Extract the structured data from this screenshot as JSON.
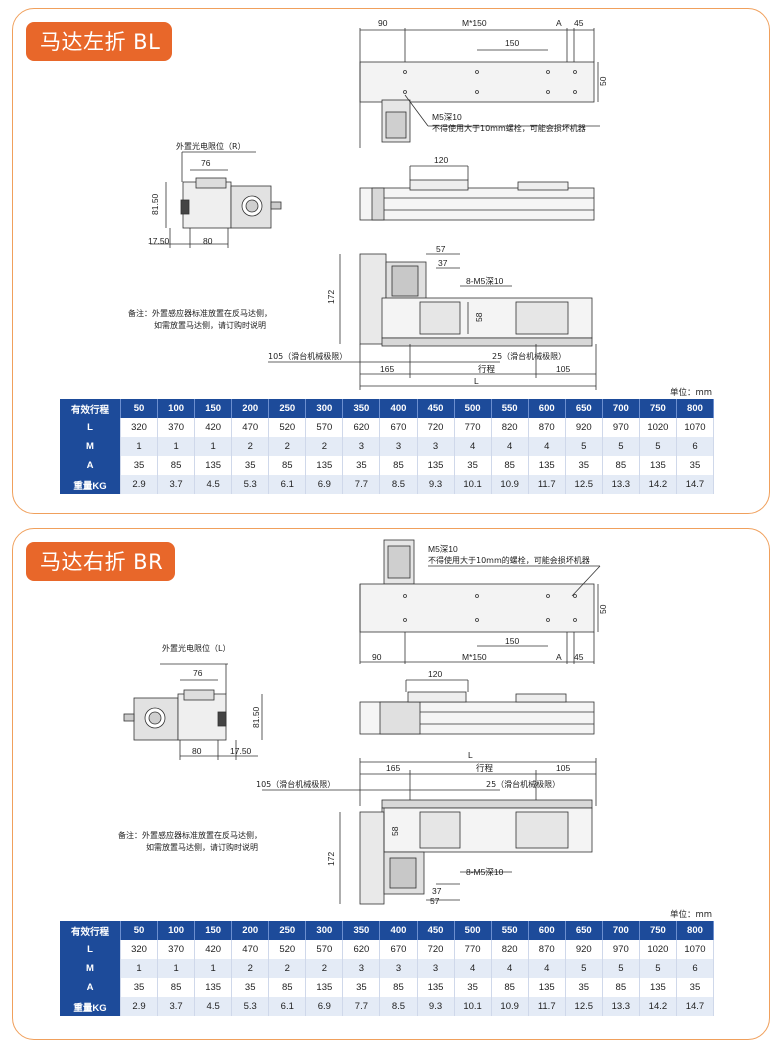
{
  "sections": [
    {
      "title": "马达左折 BL",
      "sensor_label": "外置光电限位（R）",
      "dims": {
        "d90": "90",
        "m150": "M*150",
        "a": "A",
        "d45": "45",
        "d150": "150",
        "d50": "50",
        "m5": "M5深10",
        "m5_note": "不得使用大于10mm螺栓，可能会损坏机器",
        "d76": "76",
        "d81_50": "81.50",
        "d17_50": "17.50",
        "d80": "80",
        "d120": "120",
        "d57": "57",
        "d37": "37",
        "m5x8": "8-M5深10",
        "d58": "58",
        "d172": "172",
        "d105_limit": "105（滑台机械极限）",
        "d25_limit": "25（滑台机械极限）",
        "d165": "165",
        "stroke": "行程",
        "d105": "105",
        "l": "L"
      },
      "note_line1": "备注：外置感应器标准放置在反马达侧，",
      "note_line2": "如需放置马达侧，请订购时说明",
      "unit": "单位：mm"
    },
    {
      "title": "马达右折 BR",
      "sensor_label": "外置光电限位（L）",
      "dims": {
        "d90": "90",
        "m150": "M*150",
        "a": "A",
        "d45": "45",
        "d150": "150",
        "d50": "50",
        "m5": "M5深10",
        "m5_note": "不得使用大于10mm的螺栓，可能会损坏机器",
        "d76": "76",
        "d81_50": "81.50",
        "d17_50": "17.50",
        "d80": "80",
        "d120": "120",
        "d57": "57",
        "d37": "37",
        "m5x8": "8-M5深10",
        "d58": "58",
        "d172": "172",
        "d105_limit": "105（滑台机械极限）",
        "d25_limit": "25（滑台机械极限）",
        "d165": "165",
        "stroke": "行程",
        "d105": "105",
        "l": "L"
      },
      "note_line1": "备注：外置感应器标准放置在反马达侧，",
      "note_line2": "如需放置马达侧，请订购时说明",
      "unit": "单位：mm"
    }
  ],
  "table": {
    "header_label": "有效行程",
    "strokes": [
      "50",
      "100",
      "150",
      "200",
      "250",
      "300",
      "350",
      "400",
      "450",
      "500",
      "550",
      "600",
      "650",
      "700",
      "750",
      "800"
    ],
    "rows": [
      {
        "label": "L",
        "values": [
          "320",
          "370",
          "420",
          "470",
          "520",
          "570",
          "620",
          "670",
          "720",
          "770",
          "820",
          "870",
          "920",
          "970",
          "1020",
          "1070"
        ]
      },
      {
        "label": "M",
        "values": [
          "1",
          "1",
          "1",
          "2",
          "2",
          "2",
          "3",
          "3",
          "3",
          "4",
          "4",
          "4",
          "5",
          "5",
          "5",
          "6"
        ]
      },
      {
        "label": "A",
        "values": [
          "35",
          "85",
          "135",
          "35",
          "85",
          "135",
          "35",
          "85",
          "135",
          "35",
          "85",
          "135",
          "35",
          "85",
          "135",
          "35"
        ]
      },
      {
        "label": "重量KG",
        "values": [
          "2.9",
          "3.7",
          "4.5",
          "5.3",
          "6.1",
          "6.9",
          "7.7",
          "8.5",
          "9.3",
          "10.1",
          "10.9",
          "11.7",
          "12.5",
          "13.3",
          "14.2",
          "14.7"
        ]
      }
    ]
  }
}
